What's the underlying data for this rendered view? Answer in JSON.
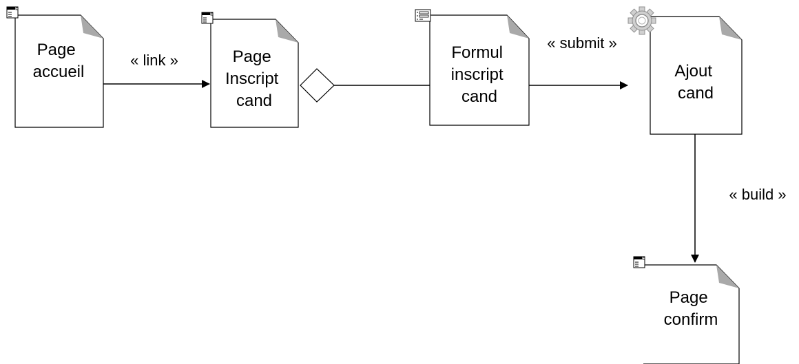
{
  "diagram": {
    "nodes": {
      "page_accueil": {
        "lines": [
          "Page",
          "accueil"
        ],
        "kind": "client-page",
        "icon": "window-page-icon"
      },
      "page_inscript_cand": {
        "lines": [
          "Page",
          "Inscript",
          "cand"
        ],
        "kind": "client-page",
        "icon": "window-page-icon"
      },
      "formul_inscript_cand": {
        "lines": [
          "Formul",
          "inscript",
          "cand"
        ],
        "kind": "form",
        "icon": "form-icon"
      },
      "ajout_cand": {
        "lines": [
          "Ajout",
          "cand"
        ],
        "kind": "server-page",
        "icon": "gear-icon"
      },
      "page_confirm": {
        "lines": [
          "Page",
          "confirm"
        ],
        "kind": "client-page",
        "icon": "window-page-icon"
      }
    },
    "edges": {
      "link": "« link »",
      "submit": "« submit »",
      "build": "« build »"
    },
    "colors": {
      "stroke": "#000000",
      "page_fill": "#ffffff",
      "fold": "#a9a9a9",
      "gear": "#c8c8c8",
      "shadow": "#888888"
    }
  }
}
